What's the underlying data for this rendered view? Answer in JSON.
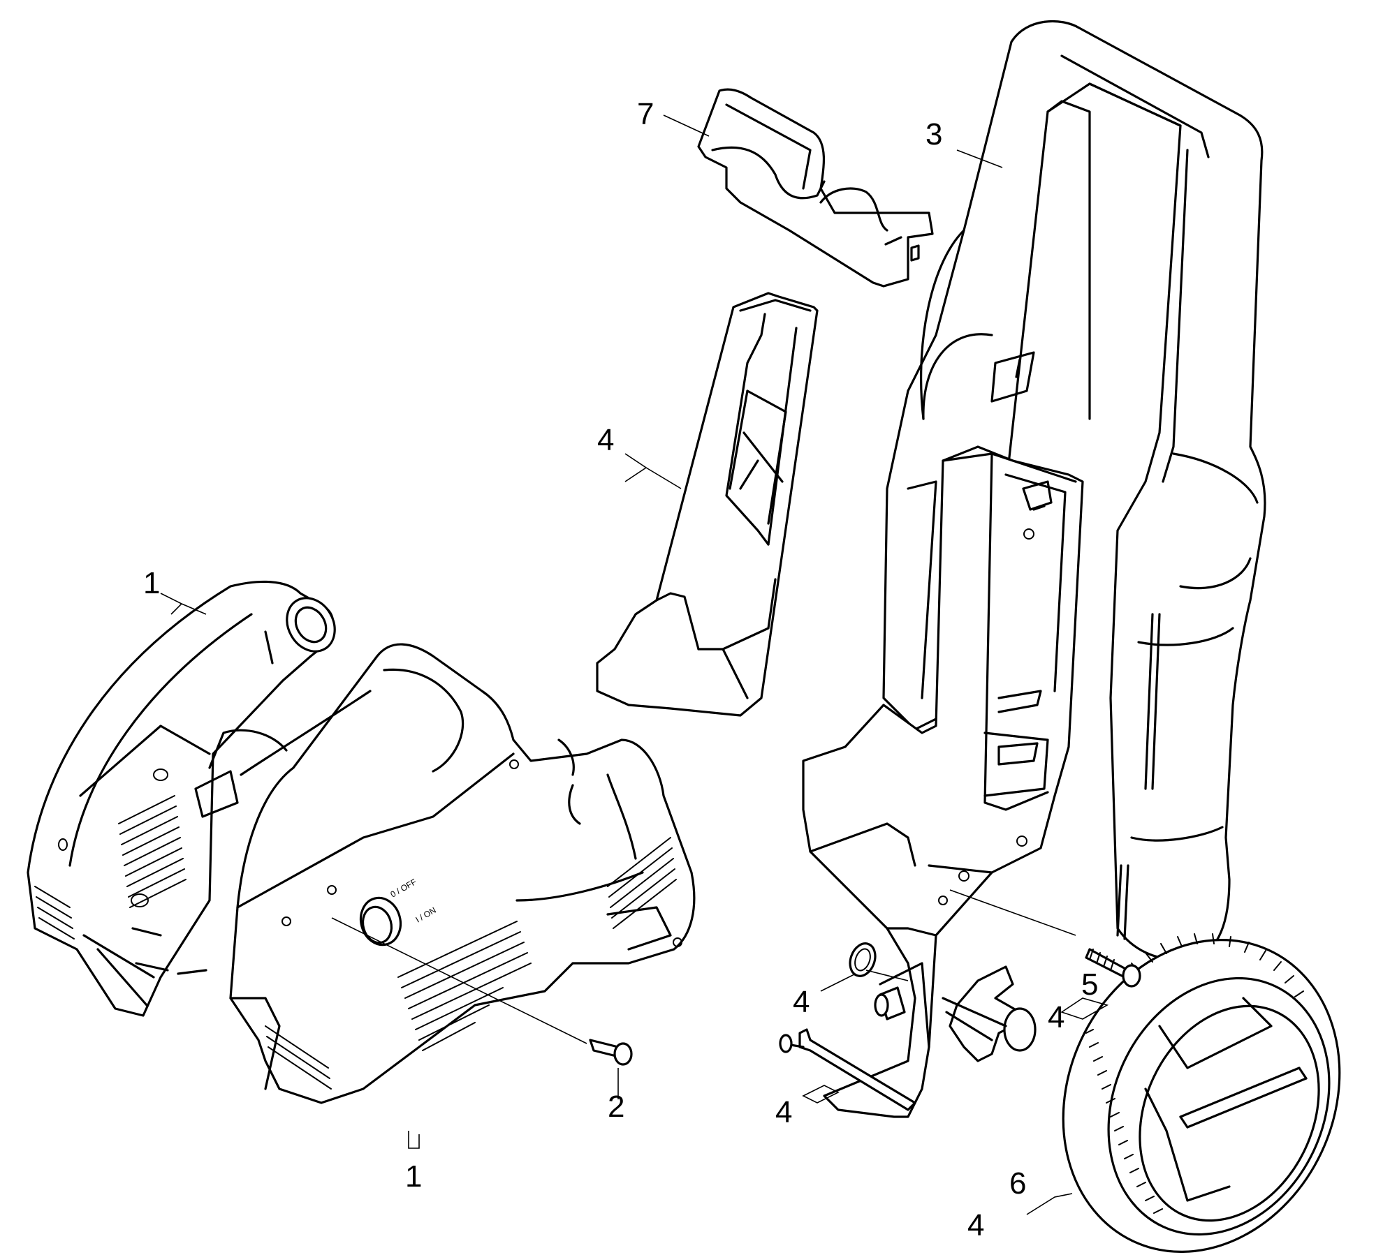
{
  "callouts": [
    {
      "id": "c7",
      "text": "7"
    },
    {
      "id": "c3",
      "text": "3"
    },
    {
      "id": "c4a",
      "text": "4"
    },
    {
      "id": "c1a",
      "text": "1"
    },
    {
      "id": "c4b",
      "text": "4"
    },
    {
      "id": "c5",
      "text": "5"
    },
    {
      "id": "c4c",
      "text": "4"
    },
    {
      "id": "c2",
      "text": "2"
    },
    {
      "id": "c4d",
      "text": "4"
    },
    {
      "id": "c1b",
      "text": "1"
    },
    {
      "id": "c6",
      "text": "6"
    },
    {
      "id": "c4e",
      "text": "4"
    }
  ],
  "switch_labels": {
    "off": "0 / OFF",
    "on": "I / ON"
  }
}
